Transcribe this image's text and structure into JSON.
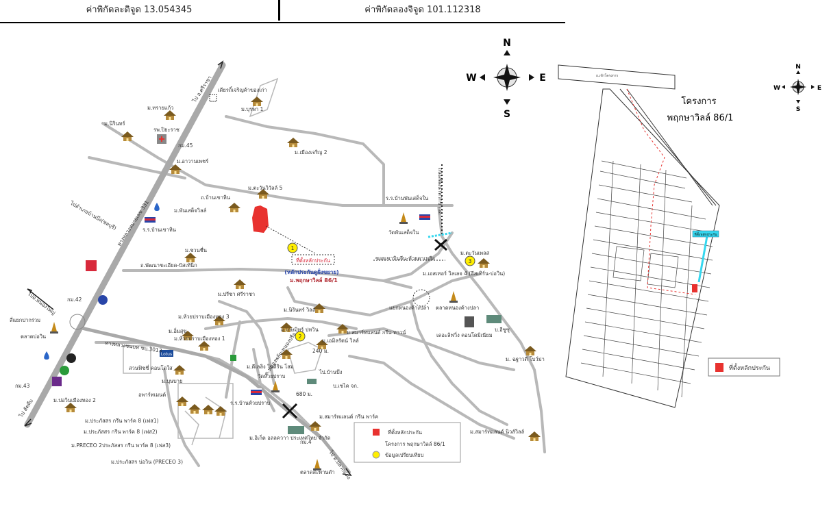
{
  "header": {
    "latitude_label": "ค่าพิกัดละติจูด 13.054345",
    "longitude_label": "ค่าพิกัดลองจิจูด 101.112318"
  },
  "compass_main": {
    "n": "N",
    "s": "S",
    "e": "E",
    "w": "W"
  },
  "compass_small": {
    "n": "N",
    "s": "S",
    "e": "E",
    "w": "W"
  },
  "colors": {
    "road": "#b8b8b8",
    "highway": "#a9a9a9",
    "subject": "#e8322f",
    "marker": "#ffee00",
    "house": "#7a5a1e",
    "cyan": "#35d7ef"
  },
  "map": {
    "highway_top": "ไป อ.ศรีราชา",
    "highway_name": "ทางหลวงหมายเลข 331",
    "highway_bottom": "ไป สัตหีบ",
    "to_nong_yai": "ไปอ.หนองใหญ่",
    "to_ban_bueng": "ไปอำเภอบ้านบึง(ชลบุรี)",
    "km45": "กม.45",
    "km42": "กม.42",
    "km43": "กม.43",
    "hospital": "รพ.ปิยะราช",
    "school_khao_hin": "ร.ร.บ้านเขาหิน",
    "road_ban_khao_hin": "ถ.บ้านเขาหิน",
    "road_phatthana": "ถ.พัฒนาชะเอียด-ปัสเท้นิก",
    "road_3013": "ทางหลวงชนบท ชบ.3013",
    "road_nongprue": "ถ.หนองพลับ-หนองปรือ",
    "road_hmk": "ถนนพัฒนาพวกขาวัด",
    "school_phan_sadet": "ร.ร.บ้านพันเสด็จใน",
    "temple_phan_sadet": "วัดพันเสด็จใน",
    "subject_label": "ที่ตั้งหลักประกัน",
    "subject_sub": "(หลักประกันดูฝั่งขยาย)",
    "subject_project": "ม.พฤกษาวิลล์ 86/1",
    "village_piyarat": "ม.บุรพา 1",
    "village_tanotai": "เดียรถิ์เจริญค้าของเก่า",
    "village_muang": "ม.เมืองเจริญ 2",
    "village_nirin": "ม.นิรินทร์",
    "village_sai_kaew": "ม.ทรายแก้ว",
    "village_arawan": "ม.อาวานเพชร์",
    "village_phanpet": "ม.พันเสด็จวิลล์",
    "village_chawan5": "ม.ตะวันวิวัลล์ 5",
    "village_sahamit": "ม.ชวนชื่น",
    "village_parichart": "ม.ปรีชา ศรีราชา",
    "village_huaypra3": "ม.ห้วยปราบเมืองทอง 3",
    "village_inseuk": "ม.อิ่มสุข",
    "village_huaypra1": "ม.ห้วยปราบเมืองทอง 1",
    "village_nirin_villa": "ม.นิรินทร์ วิลล์",
    "village_nathee": "ม.เกษมิทร์ ปทวิน",
    "village_smartland": "ม.สมาร์ทแลนด์ กรีน ทาวน์",
    "village_emerald": "ม.เอมิลรัตน์ วิลล์",
    "village_tawan": "ม.ตะวันเพลส",
    "village_eastern4": "ม.เอสเทอร์ วิลเลจ 4 (อีสเทิร์น-บ่อวิน)",
    "junction_1": "ซอยเขาบินจีน-ห้วยตาเหยือ",
    "junction_2": "แยกหนองค้างปลา",
    "market_nong": "ตลาดหนองค้างปลา",
    "condo": "เดอะลิฟวิ่ง คอนโดมิเนียม",
    "company_arun": "บ.อีซูซุ",
    "village_chatuchai": "ม. ฉฐาวดี โบว์ม่า",
    "village_chomdoi": "ม.ดีเลลิง ในดีริน โสม",
    "temple_huaypra": "วัดห้วยปราบ",
    "to_ban_bueng2": "ไป.บ้านบึง",
    "dist_240": "240 ม.",
    "dist_680": "680 ม.",
    "company_dixie": "บ.เซไค จก.",
    "school_huaypra": "ร.ร.บ้านห้วยปราบ",
    "village_samart_green": "ม.สมาร์ทแลนด์ กรีน พาร์ค",
    "company_ikea": "ม.อิเก็ต อลลควาา ประเทศไทย จำกัด",
    "km4": "กม.4",
    "village_samart_niwet": "ม.สมาร์ทแลนด์ นิวส์วิลล์",
    "market_sapan": "ตลาดสะพานดำ",
    "to_pluak_daeng": "ไป อ.ปลวกแดง",
    "village_bowin": "ม.บ่อวินเมืองทอง 2",
    "market_bowin": "ตลาดบ่อวิน",
    "sign_nongprue": "สี่แยกปากร่วม",
    "village_buntana": "ม.บุษบาย",
    "village_apartment": "อพาร์ทเมนต์",
    "village_sapanyuen": "สวนฟิชชี่ คอนโดใส",
    "village_pra8_1": "ม.ประภัสสร กรีน พาร์ค 8 (เฟส1)",
    "village_pra8_2": "ม.ประภัสสร กรีน พาร์ค 8 (เฟส2)",
    "village_preceo2": "ม.PRECEO 2ประภัสสร กรีน พาร์ค 8 (เฟส3)",
    "village_preceo3": "ม.ประภัสสร บ่อวิน (PRECEO 3)",
    "lotus": "Lotus",
    "marker_1": "1",
    "marker_2": "2",
    "marker_3": "3"
  },
  "legend": {
    "subject": "ที่ตั้งหลักประกัน",
    "project": "โครงการ พฤกษาวิลล์ 86/1",
    "compare": "ข้อมูลเปรียบเทียบ"
  },
  "plan": {
    "title": "โครงการ",
    "subtitle": "พฤกษาวิลล์ 86/1",
    "road_label": "ถ.เข้าโครงการ",
    "subject_tag": "ที่ตั้งหลักประกัน",
    "legend_label": "ที่ตั้งหลักประกัน"
  }
}
